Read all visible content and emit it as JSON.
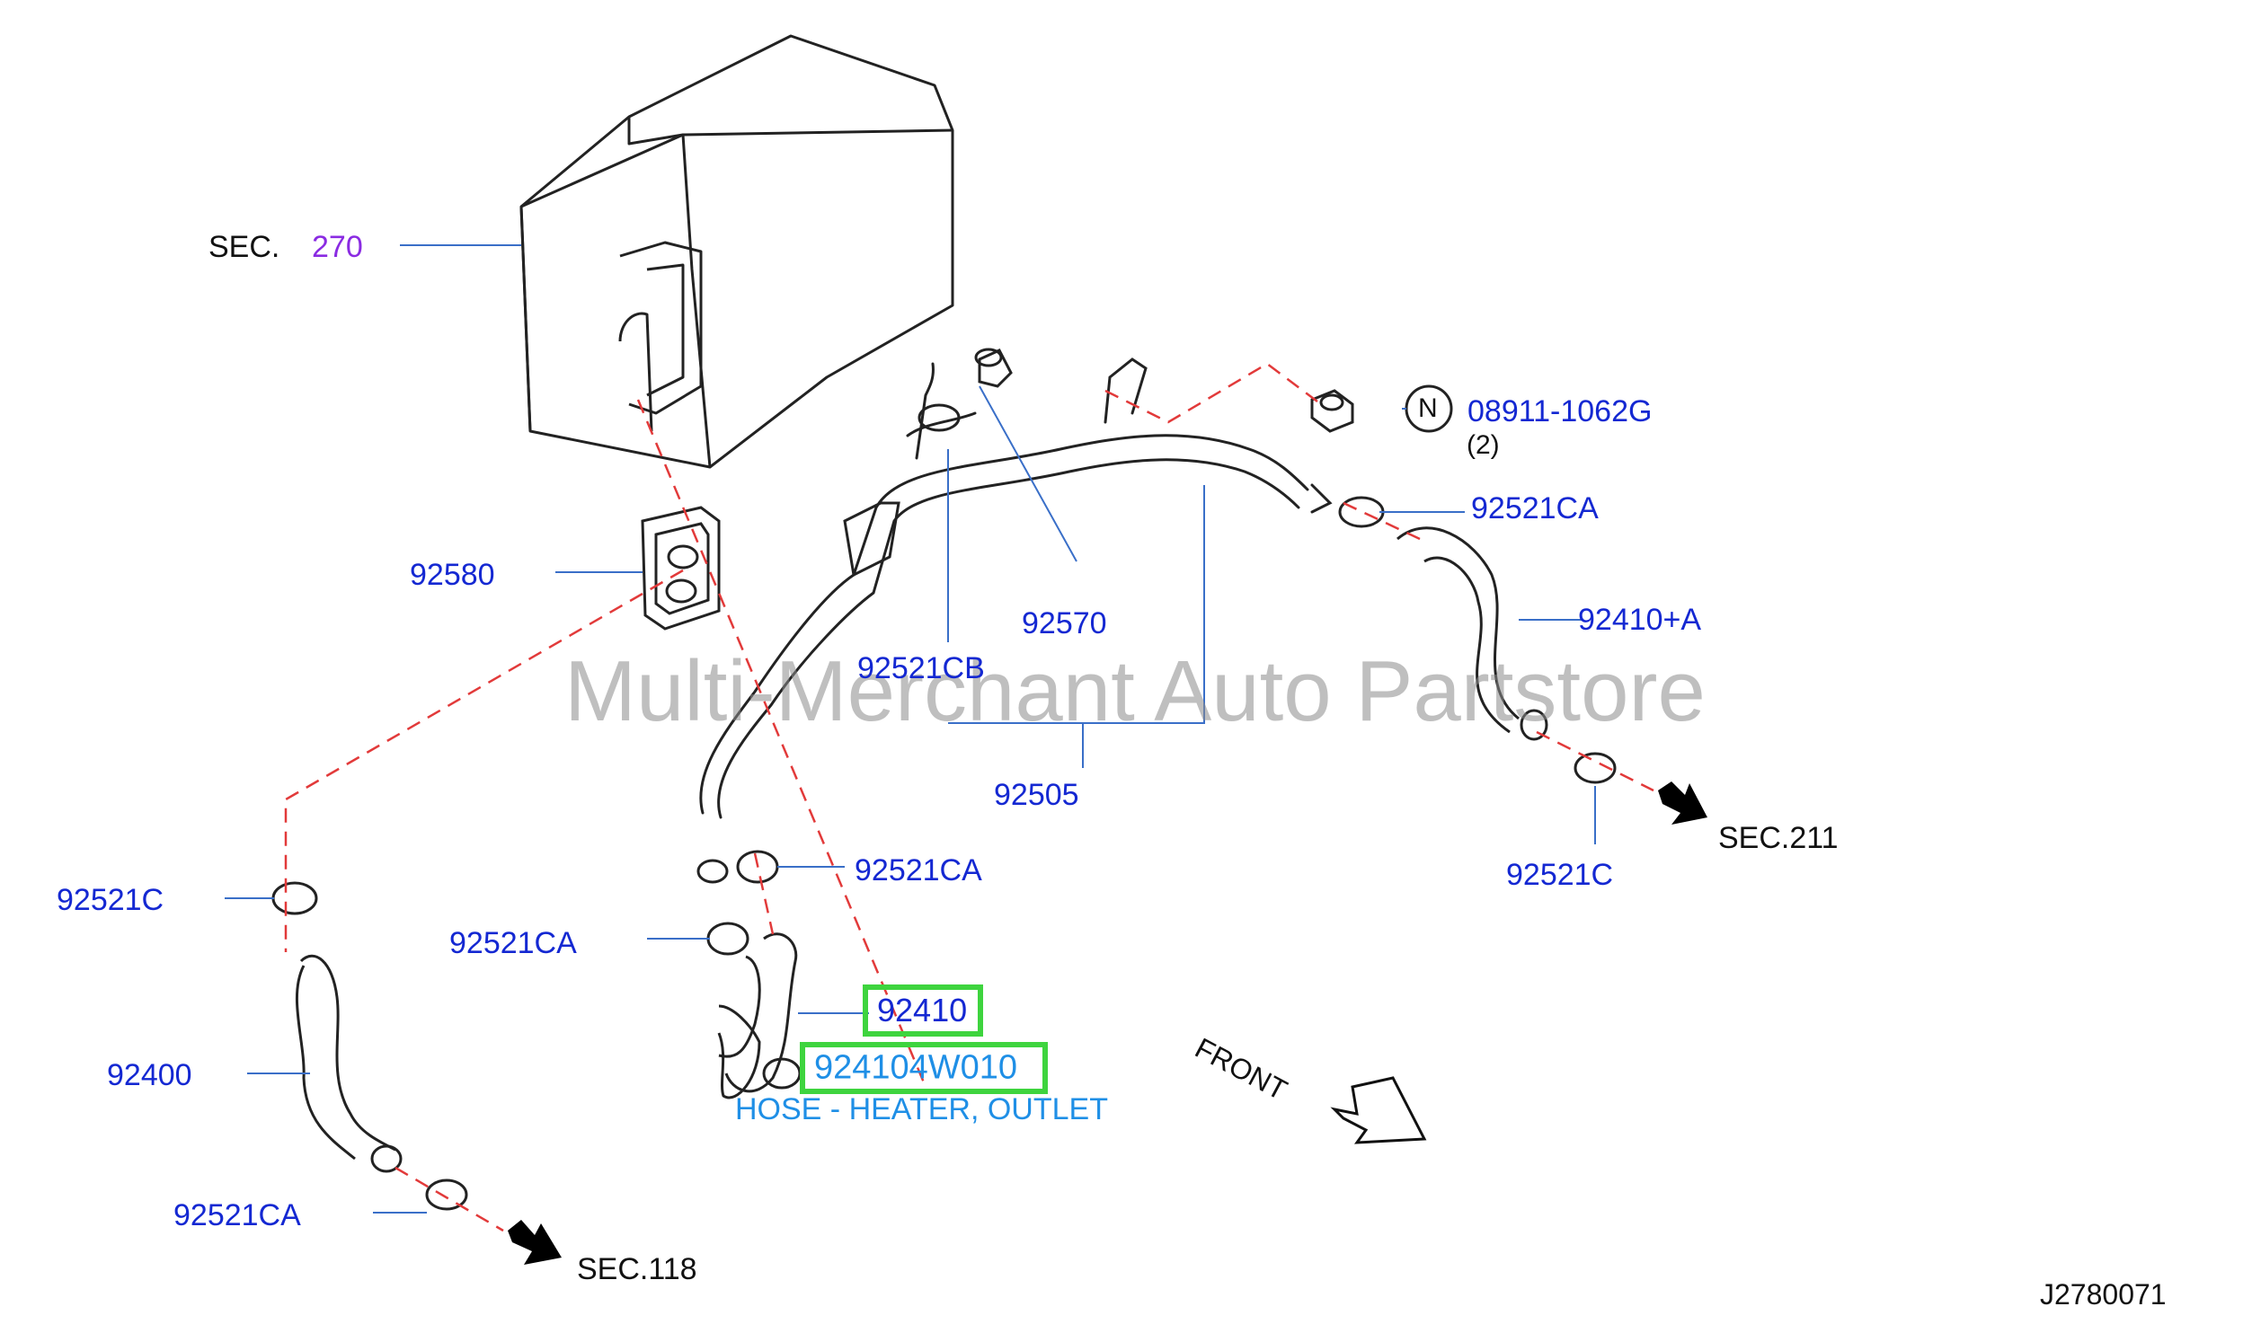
{
  "watermark": "Multi-Merchant Auto Partstore",
  "diagram_id": "J2780071",
  "sec_prefix": "SEC.",
  "sec_number": "270",
  "labels": {
    "p92580": "92580",
    "p92521CB": "92521CB",
    "p92570": "92570",
    "p92505": "92505",
    "p08911": "08911-1062G",
    "p08911_qty": "(2)",
    "nut_symbol": "N",
    "p92521CA_top": "92521CA",
    "p92410A": "92410+A",
    "p92521C_right": "92521C",
    "sec211": "SEC.211",
    "p92521C_left": "92521C",
    "p92521CA_mid_right": "92521CA",
    "p92521CA_mid_left": "92521CA",
    "p92400": "92400",
    "p92521CA_bottom": "92521CA",
    "sec118": "SEC.118",
    "front": "FRONT"
  },
  "highlight": {
    "part_number": "92410",
    "oem_number": "924104W010",
    "description": "HOSE - HEATER, OUTLET",
    "color": "#3ed43e"
  },
  "colors": {
    "part_label": "#1428d2",
    "description": "#1f8fe6",
    "leader_line": "#3a6fc8",
    "dashed_line": "#e23a3a",
    "sec_number": "#8a2be2"
  }
}
